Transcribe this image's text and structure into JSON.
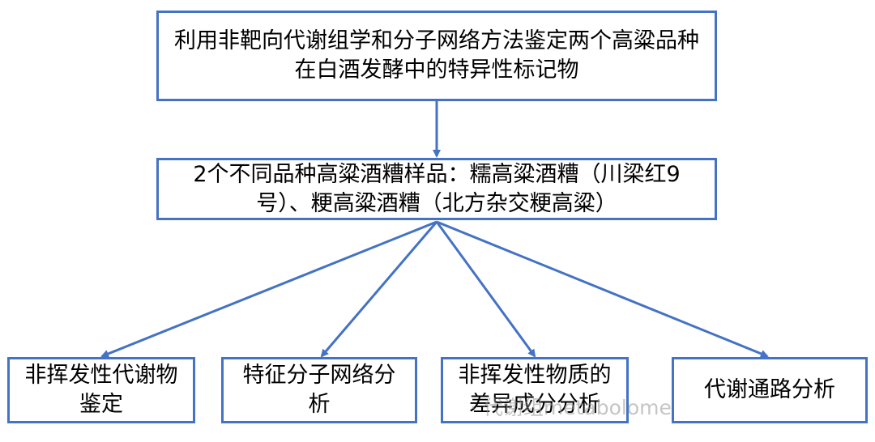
{
  "diagram": {
    "top_box": "利用非靶向代谢组学和分子网络方法鉴定两个高粱品种在白酒发酵中的特异性标记物",
    "middle_box": "2个不同品种高粱酒糟样品：糯高粱酒糟（川梁红9号）、粳高粱酒糟（北方杂交粳高粱）",
    "bottom_boxes": [
      "非挥发性代谢物鉴定",
      "特征分子网络分析",
      "非挥发性物质的差异成分分析",
      "代谢通路分析"
    ],
    "watermark": "· 代谢组metabolome"
  },
  "colors": {
    "box_border": "#4472C4",
    "connector": "#4472C4",
    "text": "#000000"
  }
}
